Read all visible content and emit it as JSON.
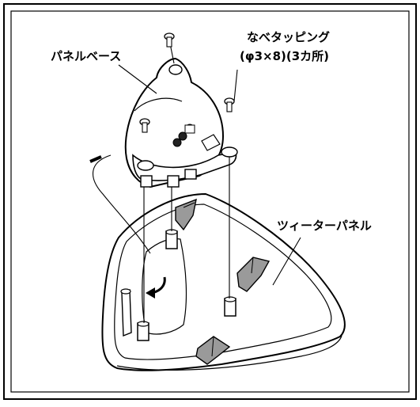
{
  "labels": {
    "panel_base": "パネルベース",
    "screw_line1": "なべタッピング",
    "screw_line2": "(φ3×8)(3カ所)",
    "tweeter_panel": "ツィーターパネル"
  },
  "colors": {
    "line": "#000000",
    "fill": "#ffffff",
    "shade": "#9a9a9a",
    "dark": "#222222"
  },
  "icons": [
    "screw-icon",
    "arrow-icon"
  ]
}
